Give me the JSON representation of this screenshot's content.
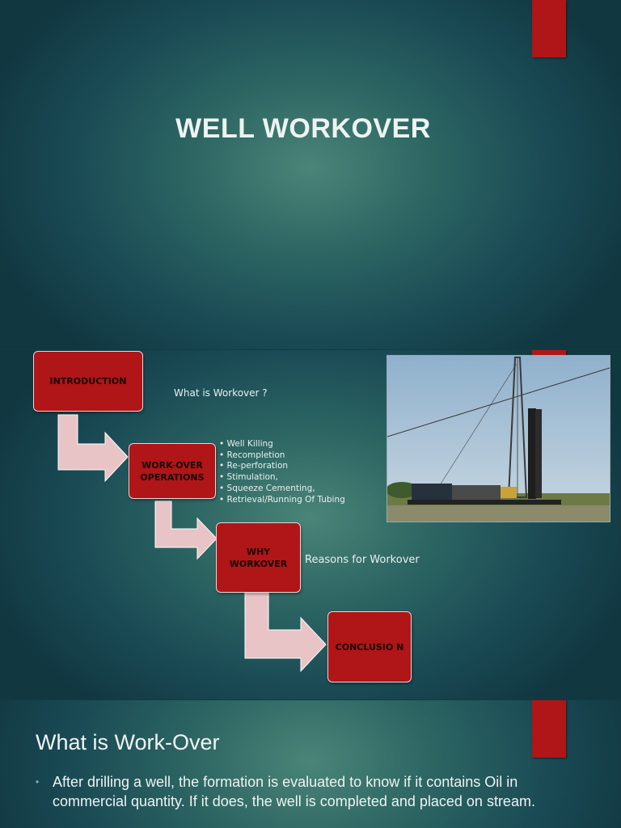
{
  "slide1": {
    "title": "WELL WORKOVER"
  },
  "slide2": {
    "boxes": {
      "introduction": "INTRODUCTION",
      "operations": "WORK-OVER OPERATIONS",
      "why": "WHY WORKOVER",
      "conclusion": "CONCLUSIO N"
    },
    "what_is": "What is Workover ?",
    "operations_list": [
      "Well Killing",
      "Recompletion",
      "Re-perforation",
      "Stimulation,",
      "Squeeze Cementing,",
      "Retrieval/Running Of Tubing"
    ],
    "reasons": "Reasons for Workover"
  },
  "slide3": {
    "title": "What is Work-Over",
    "bullet": "After drilling a well, the formation is evaluated to know if it contains Oil in commercial quantity. If it does, the well is completed and placed on stream."
  },
  "colors": {
    "accent_red": "#b01518",
    "arrow_pink": "#e8c4c6"
  }
}
